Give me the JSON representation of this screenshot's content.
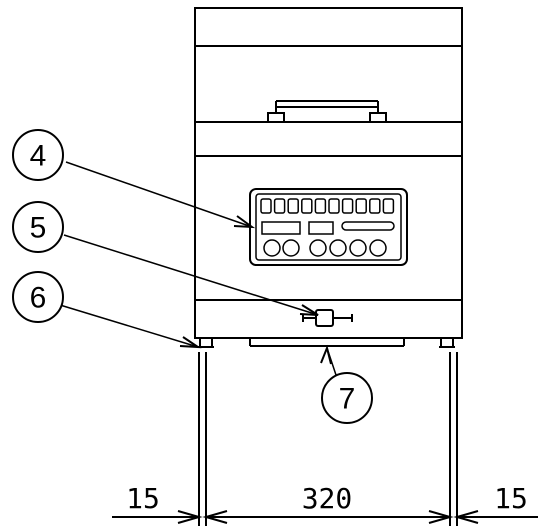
{
  "callouts": [
    {
      "label": "4",
      "target": "control-panel"
    },
    {
      "label": "5",
      "target": "drain-valve"
    },
    {
      "label": "6",
      "target": "foot-left"
    },
    {
      "label": "7",
      "target": "drip-tray"
    }
  ],
  "dimensions": [
    {
      "label": "15",
      "part": "left-offset"
    },
    {
      "label": "320",
      "part": "foot-spacing"
    },
    {
      "label": "15",
      "part": "right-offset"
    }
  ],
  "colors": {
    "line": "#000000",
    "background": "#ffffff"
  }
}
